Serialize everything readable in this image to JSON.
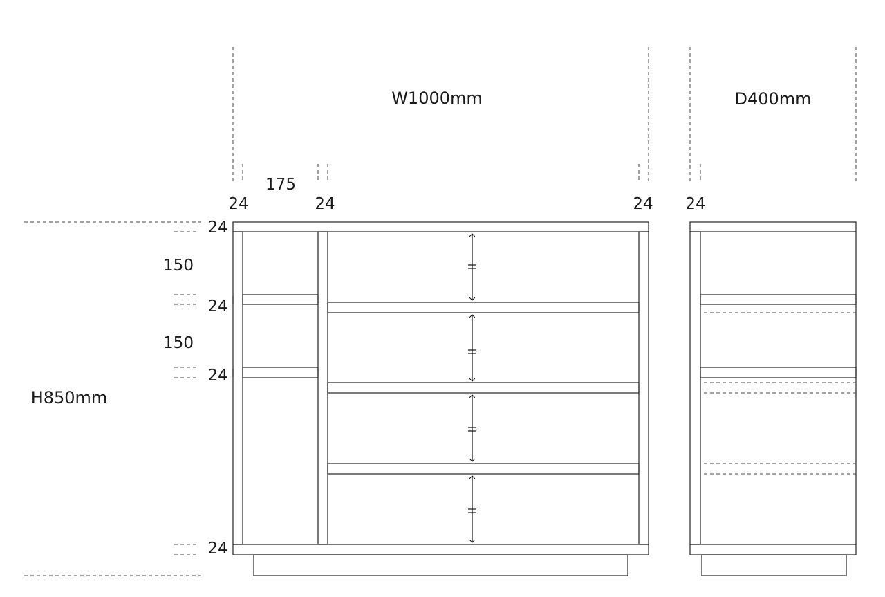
{
  "drawing": {
    "width_label": "W1000mm",
    "depth_label": "D400mm",
    "height_label": "H850mm",
    "top_dims": {
      "left_side": "24",
      "compartment": "175",
      "partition": "24",
      "right_side": "24",
      "depth_side": "24"
    },
    "left_dims": {
      "top_board": "24",
      "shelf_1_gap": "150",
      "shelf_1": "24",
      "shelf_2_gap": "150",
      "shelf_2": "24",
      "bottom_board": "24"
    },
    "equal_mark": "=",
    "equal_gaps_count": 4
  }
}
